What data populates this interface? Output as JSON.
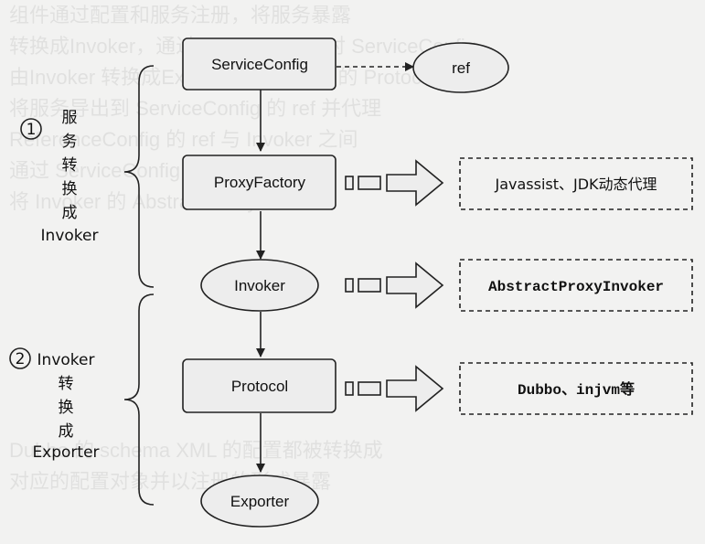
{
  "background_text": [
    "组件通过配置和服务注册，将服务暴露",
    "转换成Invoker，通过 ProxyFactory 对 ServiceConfig",
    "由Invoker 转换成Exporter，依靠不同的 Protocol",
    "将服务导出到 ServiceConfig 的 ref 并代理",
    "ReferenceConfig 的 ref 与 Invoker 之间",
    "通过 ServiceConfig 中获取 Protocol",
    "将 Invoker 的 AbstractProxyInvoker",
    "",
    "",
    "",
    "",
    "",
    "",
    "",
    "Dubbo 的 schema XML 的配置都被转换成",
    "对应的配置对象并以注册的形式暴露"
  ],
  "nodes": {
    "service_config": "ServiceConfig",
    "ref": "ref",
    "proxy_factory": "ProxyFactory",
    "invoker": "Invoker",
    "protocol": "Protocol",
    "exporter": "Exporter"
  },
  "notes": {
    "javassist": "Javassist、JDK动态代理",
    "abstract_proxy_invoker": "AbstractProxyInvoker",
    "dubbo": "Dubbo、injvm等"
  },
  "stages": {
    "stage1": {
      "num": "①",
      "lines": [
        "服",
        "务",
        "转",
        "换",
        "成",
        "Invoker"
      ]
    },
    "stage2": {
      "num": "②",
      "lines": [
        "Invoker",
        "转",
        "换",
        "成",
        "Exporter"
      ]
    }
  }
}
